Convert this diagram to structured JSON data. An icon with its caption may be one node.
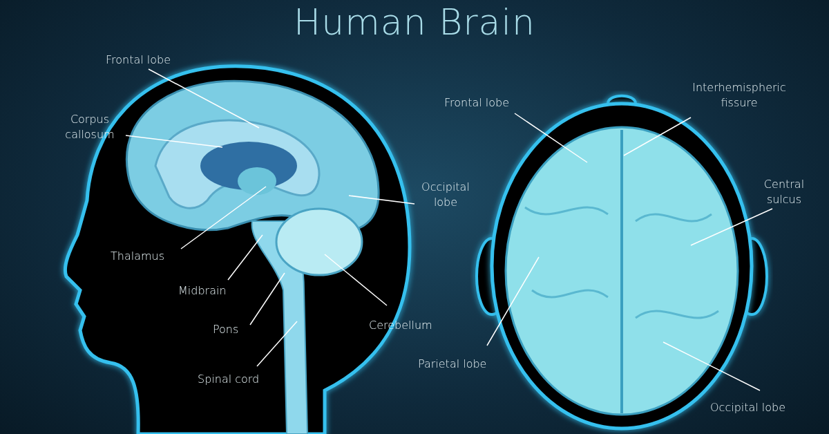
{
  "diagram": {
    "title": "Human Brain",
    "nodes": [
      {
        "text": [
          "Frontal lobe"
        ]
      },
      {
        "text": [
          "Corpus callosum"
        ]
      },
      {
        "text": [
          "Thalamus"
        ]
      },
      {
        "text": [
          "Midbrain"
        ]
      },
      {
        "text": [
          "Pons"
        ]
      },
      {
        "text": [
          "Spinal cord"
        ]
      },
      {
        "text": [
          "Cerebellum"
        ]
      },
      {
        "text": [
          "Occipital lobe"
        ]
      },
      {
        "text": [
          "Frontal lobe"
        ]
      },
      {
        "text": [
          "Interhemispheric fissure"
        ]
      },
      {
        "text": [
          "Central sulcus"
        ]
      },
      {
        "text": [
          "Parietal lobe"
        ]
      },
      {
        "text": [
          "Occipital lobe"
        ]
      }
    ],
    "edges": [
      {
        "from": 0,
        "to": null,
        "arrow": "none"
      },
      {
        "from": 1,
        "to": null,
        "arrow": "none"
      },
      {
        "from": 2,
        "to": null,
        "arrow": "none"
      },
      {
        "from": 3,
        "to": null,
        "arrow": "none"
      },
      {
        "from": 4,
        "to": null,
        "arrow": "none"
      },
      {
        "from": 5,
        "to": null,
        "arrow": "none"
      },
      {
        "from": 6,
        "to": null,
        "arrow": "none"
      },
      {
        "from": 7,
        "to": null,
        "arrow": "none"
      },
      {
        "from": 8,
        "to": null,
        "arrow": "none"
      },
      {
        "from": 9,
        "to": null,
        "arrow": "none"
      },
      {
        "from": 10,
        "to": null,
        "arrow": "none"
      },
      {
        "from": 11,
        "to": null,
        "arrow": "none"
      },
      {
        "from": 12,
        "to": null,
        "arrow": "none"
      }
    ]
  }
}
